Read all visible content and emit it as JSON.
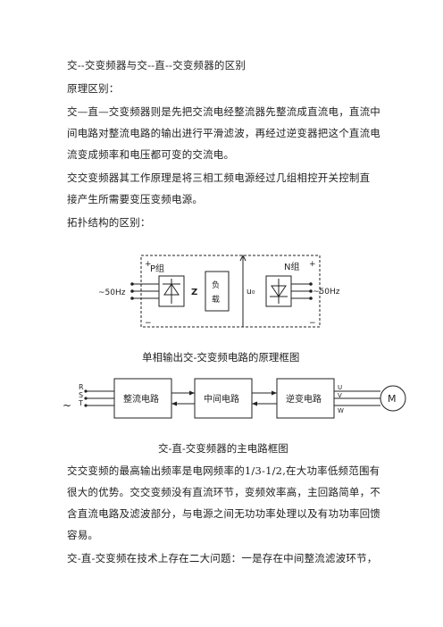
{
  "title": "交--交变频器与交--直--交变频器的区别",
  "section1_heading": "原理区别：",
  "para1": [
    "交—直—交变频器则是先把交流电经整流器先整流成直流电，直流中",
    "间电路对整流电路的输出进行平滑滤波，再经过逆变器把这个直流电",
    "流变成频率和电压都可变的交流电。"
  ],
  "para2": [
    "交交变频器其工作原理是将三相工频电源经过几组相控开关控制直",
    "接产生所需要变压变频电源。"
  ],
  "section2_heading": "拓扑结构的区别：",
  "diagram1": {
    "p_group": "P组",
    "n_group": "N组",
    "left_freq": "~50Hz",
    "right_freq": "~50Hz",
    "z_label": "Z",
    "load_line1": "负",
    "load_line2": "载",
    "u0_label": "u₀",
    "plus": "+",
    "minus": "−",
    "caption": "单相输出交-交变频电路的原理框图"
  },
  "diagram2": {
    "inputs": [
      "R",
      "S",
      "T"
    ],
    "tilde": "~",
    "blocks": [
      "整流电路",
      "中间电路",
      "逆变电路"
    ],
    "outputs": [
      "U",
      "V",
      "W"
    ],
    "motor": "M",
    "caption": "交-直-交变频器的主电路框图"
  },
  "para3": [
    "交交变频的最高输出频率是电网频率的1/3-1/2,在大功率低频范围有",
    "很大的优势。交交变频没有直流环节，变频效率高，主回路简单，不",
    "含直流电路及滤波部分，与电源之间无功功率处理以及有功功率回馈",
    "容易。"
  ],
  "para4": [
    "交-直-交变频在技术上存在二大问题：一是存在中间整流滤波环节，"
  ]
}
